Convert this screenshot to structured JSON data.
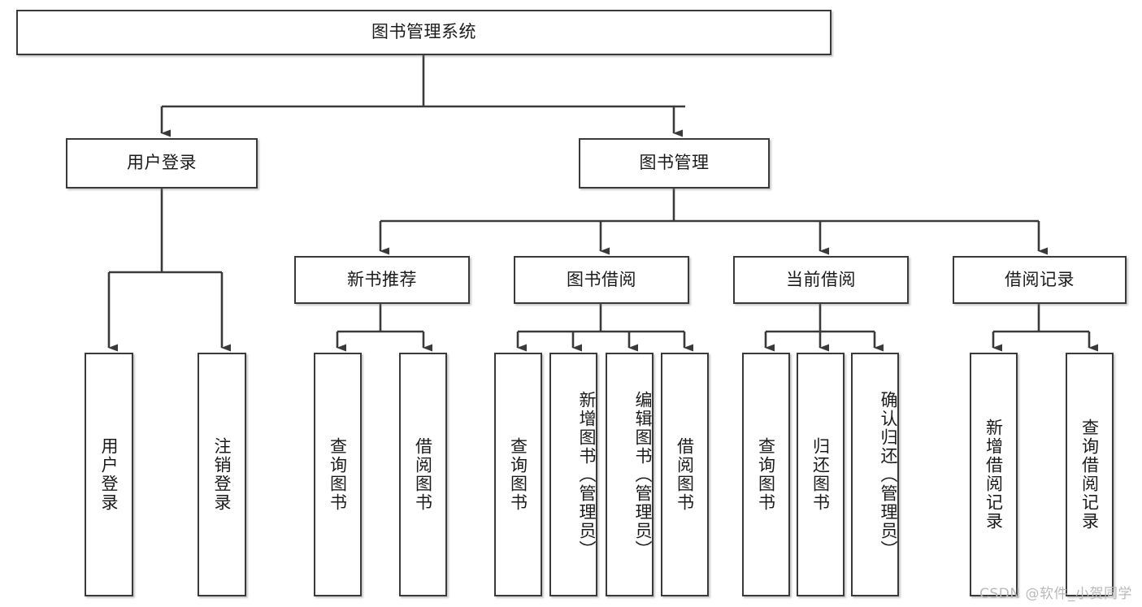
{
  "diagram": {
    "title": "图书管理系统",
    "root": {
      "id": "root",
      "label": "图书管理系统",
      "orientation": "horizontal"
    },
    "level1": [
      {
        "id": "user-login",
        "label": "用户登录",
        "orientation": "horizontal"
      },
      {
        "id": "book-manage",
        "label": "图书管理",
        "orientation": "horizontal"
      }
    ],
    "level2": [
      {
        "id": "new-book-recommend",
        "label": "新书推荐",
        "orientation": "horizontal",
        "parent": "book-manage"
      },
      {
        "id": "book-borrow",
        "label": "图书借阅",
        "orientation": "horizontal",
        "parent": "book-manage"
      },
      {
        "id": "current-borrow",
        "label": "当前借阅",
        "orientation": "horizontal",
        "parent": "book-manage"
      },
      {
        "id": "borrow-record",
        "label": "借阅记录",
        "orientation": "horizontal",
        "parent": "book-manage"
      }
    ],
    "leaves": [
      {
        "id": "leaf-user-login",
        "label": "用户登录",
        "orientation": "vertical",
        "parent": "user-login",
        "align": "center"
      },
      {
        "id": "leaf-logout-login",
        "label": "注销登录",
        "orientation": "vertical",
        "parent": "user-login",
        "align": "center"
      },
      {
        "id": "leaf-query-book-1",
        "label": "查询图书",
        "orientation": "vertical",
        "parent": "new-book-recommend",
        "align": "center"
      },
      {
        "id": "leaf-borrow-book-1",
        "label": "借阅图书",
        "orientation": "vertical",
        "parent": "new-book-recommend",
        "align": "center"
      },
      {
        "id": "leaf-query-book-2",
        "label": "查询图书",
        "orientation": "vertical",
        "parent": "book-borrow",
        "align": "center"
      },
      {
        "id": "leaf-add-book-admin",
        "label": "新增图书（管理员）",
        "orientation": "vertical",
        "parent": "book-borrow",
        "align": "top"
      },
      {
        "id": "leaf-edit-book-admin",
        "label": "编辑图书（管理员）",
        "orientation": "vertical",
        "parent": "book-borrow",
        "align": "top"
      },
      {
        "id": "leaf-borrow-book-2",
        "label": "借阅图书",
        "orientation": "vertical",
        "parent": "book-borrow",
        "align": "center"
      },
      {
        "id": "leaf-query-book-3",
        "label": "查询图书",
        "orientation": "vertical",
        "parent": "current-borrow",
        "align": "center"
      },
      {
        "id": "leaf-return-book",
        "label": "归还图书",
        "orientation": "vertical",
        "parent": "current-borrow",
        "align": "center"
      },
      {
        "id": "leaf-confirm-return-admin",
        "label": "确认归还（管理员）",
        "orientation": "vertical",
        "parent": "current-borrow",
        "align": "top"
      },
      {
        "id": "leaf-add-borrow-record",
        "label": "新增借阅记录",
        "orientation": "vertical",
        "parent": "borrow-record",
        "align": "center"
      },
      {
        "id": "leaf-query-borrow-record",
        "label": "查询借阅记录",
        "orientation": "vertical",
        "parent": "borrow-record",
        "align": "center"
      }
    ],
    "colors": {
      "stroke": "#3a3a3a",
      "text": "#1b1b1b",
      "background": "#ffffff",
      "watermark": "#b9b9b9"
    }
  },
  "watermark": {
    "text": "CSDN @软件_小贺同学"
  }
}
